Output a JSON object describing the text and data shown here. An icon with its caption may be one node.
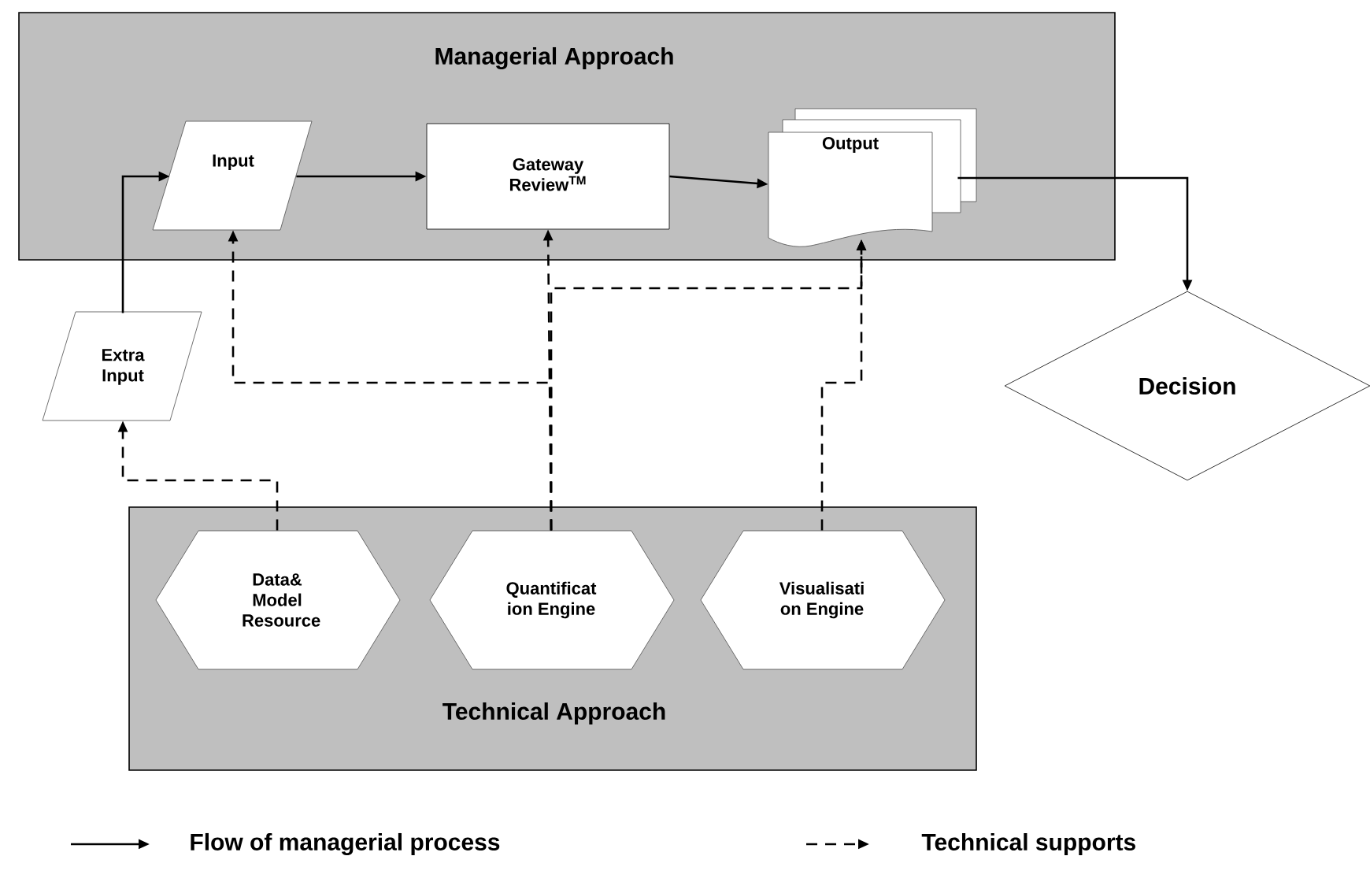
{
  "diagram": {
    "nodes": [
      {
        "text": [
          "Managerial Approach"
        ]
      },
      {
        "text": [
          "Input"
        ],
        "in": 0
      },
      {
        "text": [
          "Gateway Review$^{TM}$"
        ],
        "in": 0
      },
      {
        "text": [
          "Output"
        ],
        "in": 0
      },
      {
        "text": [
          "Extra Input"
        ]
      },
      {
        "text": [
          "Decision"
        ]
      },
      {
        "text": [
          "Technical Approach"
        ]
      },
      {
        "text": [
          "Data& Model Resource"
        ],
        "in": 6
      },
      {
        "text": [
          "Quantificat ion Engine"
        ],
        "in": 6
      },
      {
        "text": [
          "Visualisati on Engine"
        ],
        "in": 6
      }
    ],
    "edges": [
      {
        "from": 4,
        "to": 1,
        "arrow": "to"
      },
      {
        "from": 1,
        "to": 2,
        "arrow": "to"
      },
      {
        "from": 2,
        "to": 3,
        "arrow": "to"
      },
      {
        "from": 3,
        "to": 5,
        "arrow": "to"
      },
      {
        "from": 7,
        "to": 4,
        "arrow": "to",
        "style": "dashed"
      },
      {
        "from": 8,
        "to": 1,
        "arrow": "to",
        "style": "dashed"
      },
      {
        "from": 8,
        "to": 2,
        "arrow": "to",
        "style": "dashed"
      },
      {
        "from": 8,
        "to": 3,
        "arrow": "to",
        "style": "dashed"
      },
      {
        "from": 9,
        "to": 3,
        "arrow": "to",
        "style": "dashed"
      }
    ],
    "legend": [
      {
        "text": "Flow of managerial process"
      },
      {
        "text": "Technical supports"
      }
    ]
  }
}
